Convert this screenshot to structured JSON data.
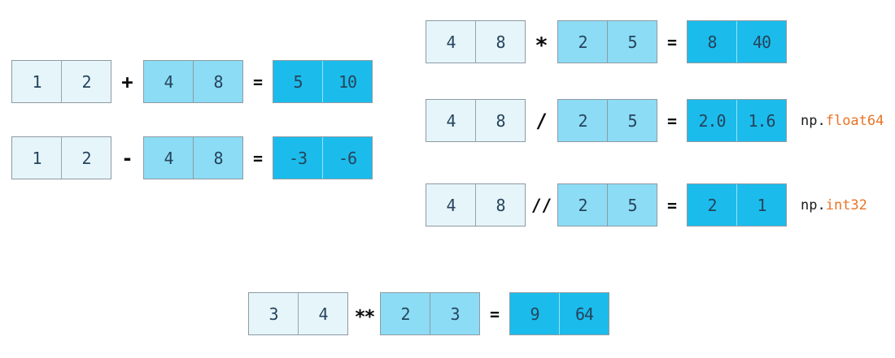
{
  "palette": {
    "operand_a_bg": "#e6f5fa",
    "operand_b_bg": "#8cdcf5",
    "result_bg": "#1bbcec",
    "box_border": "#8e9aa3",
    "digit_color": "#25445c",
    "operator_color": "#0c0c0c",
    "dtype_prefix_color": "#1b1b1b",
    "dtype_name_color": "#e87427"
  },
  "rows": [
    {
      "a": [
        "1",
        "2"
      ],
      "op": "+",
      "b": [
        "4",
        "8"
      ],
      "eq": "=",
      "result": [
        "5",
        "10"
      ]
    },
    {
      "a": [
        "1",
        "2"
      ],
      "op": "-",
      "b": [
        "4",
        "8"
      ],
      "eq": "=",
      "result": [
        "-3",
        "-6"
      ]
    },
    {
      "a": [
        "4",
        "8"
      ],
      "op": "*",
      "b": [
        "2",
        "5"
      ],
      "eq": "=",
      "result": [
        "8",
        "40"
      ]
    },
    {
      "a": [
        "4",
        "8"
      ],
      "op": "/",
      "b": [
        "2",
        "5"
      ],
      "eq": "=",
      "result": [
        "2.0",
        "1.6"
      ],
      "dtype_prefix": "np.",
      "dtype_name": "float64"
    },
    {
      "a": [
        "4",
        "8"
      ],
      "op": "//",
      "b": [
        "2",
        "5"
      ],
      "eq": "=",
      "result": [
        "2",
        "1"
      ],
      "dtype_prefix": "np.",
      "dtype_name": "int32"
    },
    {
      "a": [
        "3",
        "4"
      ],
      "op": "**",
      "b": [
        "2",
        "3"
      ],
      "eq": "=",
      "result": [
        "9",
        "64"
      ]
    }
  ]
}
